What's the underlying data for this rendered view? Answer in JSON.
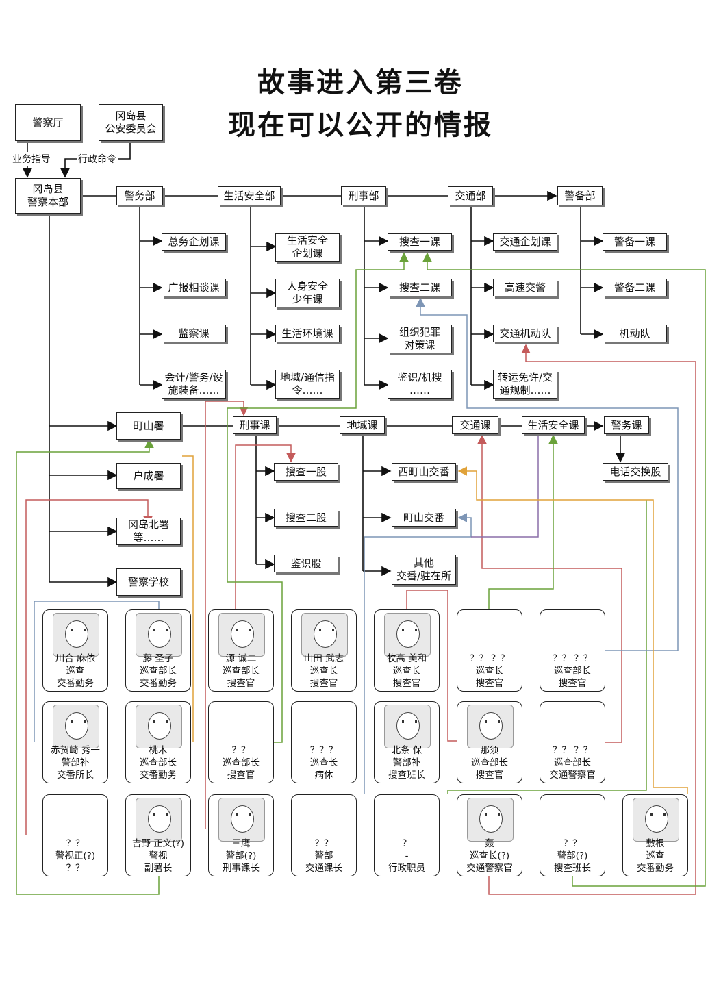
{
  "title": {
    "line1": "故事进入第三卷",
    "line2": "现在可以公开的情报"
  },
  "top": {
    "npa": "警察厅",
    "commission": "冈岛县\n公安委员会",
    "guidance": "业务指导",
    "command": "行政命令",
    "hq": "冈岛县\n警察本部"
  },
  "departments": [
    "警务部",
    "生活安全部",
    "刑事部",
    "交通部",
    "警备部"
  ],
  "sections": {
    "admin": [
      "总务企划课",
      "广报相谈课",
      "监察课",
      "会计/警务/设\n施装备……"
    ],
    "safety": [
      "生活安全\n企划课",
      "人身安全\n少年课",
      "生活环境课",
      "地域/通信指\n令……"
    ],
    "criminal": [
      "搜查一课",
      "搜查二课",
      "组织犯罪\n对策课",
      "鉴识/机搜\n……"
    ],
    "traffic": [
      "交通企划课",
      "高速交警",
      "交通机动队",
      "转运免许/交\n通规制……"
    ],
    "security": [
      "警备一课",
      "警备二课",
      "机动队"
    ]
  },
  "stations": [
    "町山署",
    "户成署",
    "冈岛北署\n等……",
    "警察学校"
  ],
  "station_units": [
    "刑事课",
    "地域课",
    "交通课",
    "生活安全课",
    "警务课"
  ],
  "criminal_sub": [
    "搜查一股",
    "搜查二股",
    "鉴识股"
  ],
  "community_sub": [
    "西町山交番",
    "町山交番",
    "其他\n交番/驻在所"
  ],
  "admin_sub": [
    "电话交换股"
  ],
  "people": [
    {
      "name": "川合 麻依",
      "rank": "巡查",
      "role": "交番勤务",
      "photo": true
    },
    {
      "name": "藤 圣子",
      "rank": "巡查部长",
      "role": "交番勤务",
      "photo": true
    },
    {
      "name": "源 诚二",
      "rank": "巡查部长",
      "role": "搜查官",
      "photo": true
    },
    {
      "name": "山田 武志",
      "rank": "巡查长",
      "role": "搜查官",
      "photo": true
    },
    {
      "name": "牧高 美和",
      "rank": "巡查长",
      "role": "搜查官",
      "photo": true
    },
    {
      "name": "？？ ？？",
      "rank": "巡查长",
      "role": "搜查官",
      "photo": false
    },
    {
      "name": "？？ ？？",
      "rank": "巡查部长",
      "role": "搜查官",
      "photo": false
    },
    {
      "name": "赤贺崎 秀一",
      "rank": "警部补",
      "role": "交番所长",
      "photo": true
    },
    {
      "name": "桃木",
      "rank": "巡查部长",
      "role": "交番勤务",
      "photo": true
    },
    {
      "name": "？？",
      "rank": "巡查部长",
      "role": "搜查官",
      "photo": false
    },
    {
      "name": "？？？",
      "rank": "巡查长",
      "role": "病休",
      "photo": false
    },
    {
      "name": "北条 保",
      "rank": "警部补",
      "role": "搜查班长",
      "photo": true
    },
    {
      "name": "那须",
      "rank": "巡查部长",
      "role": "搜查官",
      "photo": true
    },
    {
      "name": "？？ ？？",
      "rank": "巡查部长",
      "role": "交通警察官",
      "photo": false
    },
    {
      "name": "？？",
      "rank": "警视正(?)",
      "role": "？？",
      "photo": false
    },
    {
      "name": "吉野 正义(?)",
      "rank": "警视",
      "role": "副署长",
      "photo": true
    },
    {
      "name": "三鹰",
      "rank": "警部(?)",
      "role": "刑事课长",
      "photo": true
    },
    {
      "name": "？？",
      "rank": "警部",
      "role": "交通课长",
      "photo": false
    },
    {
      "name": "？",
      "rank": "-",
      "role": "行政职员",
      "photo": false
    },
    {
      "name": "轰",
      "rank": "巡查长(?)",
      "role": "交通警察官",
      "photo": true
    },
    {
      "name": "？？",
      "rank": "警部(?)",
      "role": "搜查班长",
      "photo": false
    },
    {
      "name": "敷根",
      "rank": "巡查",
      "role": "交番勤务",
      "photo": true
    }
  ],
  "colors": {
    "line": "#111111",
    "red": "#c45b5b",
    "green": "#6aa23a",
    "blue": "#7d95b5",
    "orange": "#e0a23a",
    "purple": "#8a6fa8"
  }
}
